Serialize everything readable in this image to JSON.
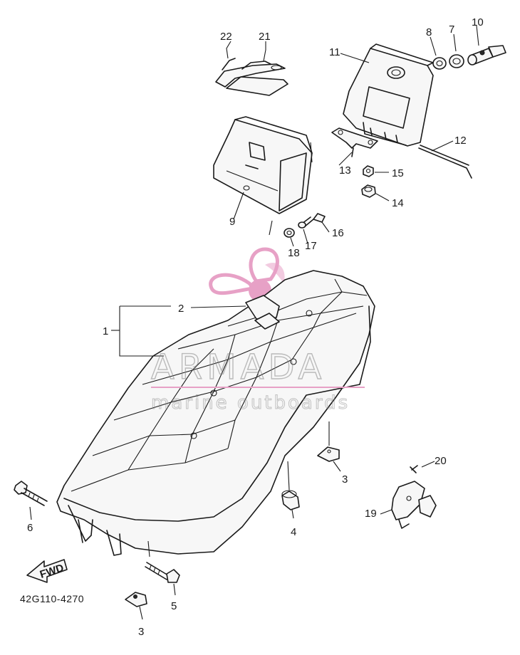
{
  "diagram": {
    "catalog_code": "42G110-4270",
    "forward_marker": "FWD",
    "callouts": [
      {
        "id": "c1",
        "text": "1"
      },
      {
        "id": "c2",
        "text": "2"
      },
      {
        "id": "c3a",
        "text": "3"
      },
      {
        "id": "c3b",
        "text": "3"
      },
      {
        "id": "c4",
        "text": "4"
      },
      {
        "id": "c5",
        "text": "5"
      },
      {
        "id": "c6",
        "text": "6"
      },
      {
        "id": "c7",
        "text": "7"
      },
      {
        "id": "c8",
        "text": "8"
      },
      {
        "id": "c9",
        "text": "9"
      },
      {
        "id": "c10",
        "text": "10"
      },
      {
        "id": "c11",
        "text": "11"
      },
      {
        "id": "c12",
        "text": "12"
      },
      {
        "id": "c13",
        "text": "13"
      },
      {
        "id": "c14",
        "text": "14"
      },
      {
        "id": "c15",
        "text": "15"
      },
      {
        "id": "c16",
        "text": "16"
      },
      {
        "id": "c17",
        "text": "17"
      },
      {
        "id": "c18",
        "text": "18"
      },
      {
        "id": "c19",
        "text": "19"
      },
      {
        "id": "c20",
        "text": "20"
      },
      {
        "id": "c21",
        "text": "21"
      },
      {
        "id": "c22",
        "text": "22"
      }
    ]
  },
  "watermark": {
    "brand": "ARMADA",
    "tagline": "marine outboards",
    "accent_color": "#e7a1c6"
  }
}
